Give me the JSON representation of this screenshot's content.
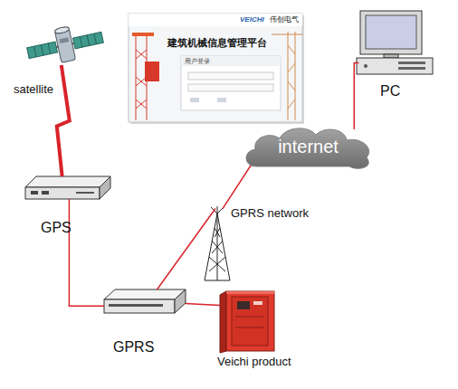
{
  "diagram": {
    "nodes": [
      {
        "text": [
          "satellite"
        ]
      },
      {
        "text": [
          "VEICHI",
          "伟创电气",
          "建筑机械信息管理平台",
          "用户登录"
        ]
      },
      {
        "text": [
          "PC"
        ]
      },
      {
        "text": [
          "internet"
        ]
      },
      {
        "text": [
          "GPS"
        ]
      },
      {
        "text": [
          "GPRS network"
        ]
      },
      {
        "text": [
          "GPRS"
        ]
      },
      {
        "text": [
          "Veichi product"
        ]
      }
    ],
    "edges": [
      {
        "from": 0,
        "to": 4,
        "arrow": "none"
      },
      {
        "from": 4,
        "to": 6,
        "arrow": "none"
      },
      {
        "from": 6,
        "to": 7,
        "arrow": "none"
      },
      {
        "from": 6,
        "to": 5,
        "arrow": "none"
      },
      {
        "from": 5,
        "to": 3,
        "arrow": "none"
      },
      {
        "from": 3,
        "to": 2,
        "arrow": "none"
      }
    ]
  }
}
